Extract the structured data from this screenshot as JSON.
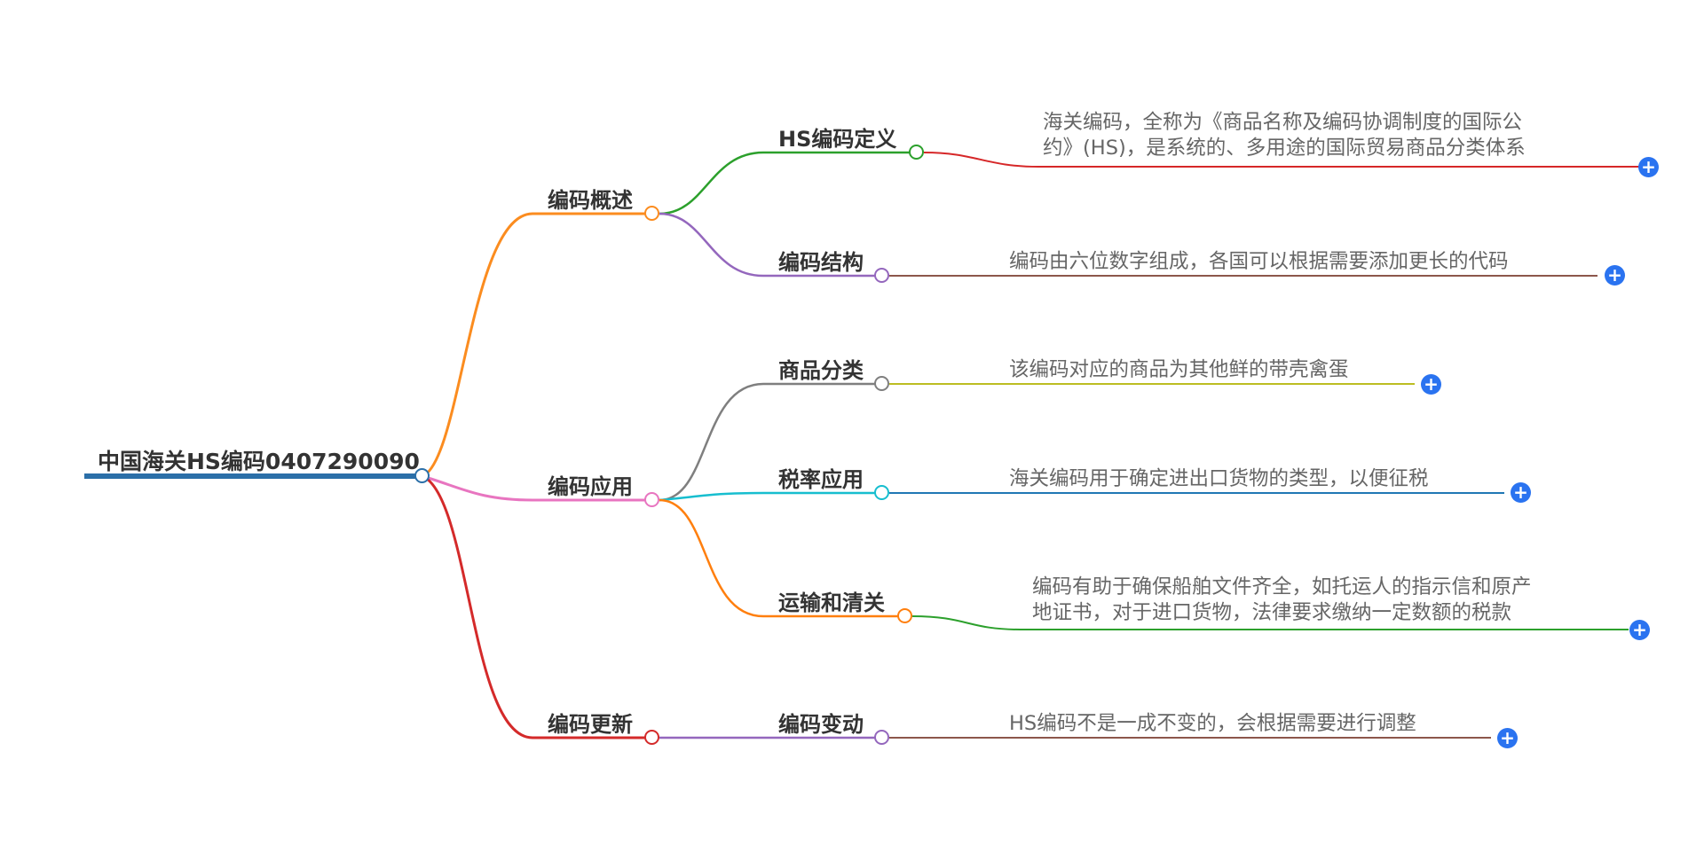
{
  "root": {
    "label": "中国海关HS编码0407290090",
    "color": "#2b6fa8"
  },
  "branches": [
    {
      "id": "overview",
      "label": "编码概述",
      "color": "#fb8c1f"
    },
    {
      "id": "application",
      "label": "编码应用",
      "color": "#e875c0"
    },
    {
      "id": "update",
      "label": "编码更新",
      "color": "#d42a2a"
    }
  ],
  "subtopics": [
    {
      "id": "hs-definition",
      "label": "HS编码定义",
      "color": "#2ca02c",
      "leaf": {
        "text": "海关编码，全称为《商品名称及编码协调制度的国际公\n约》(HS)，是系统的、多用途的国际贸易商品分类体系",
        "color": "#d62728"
      }
    },
    {
      "id": "code-structure",
      "label": "编码结构",
      "color": "#9467bd",
      "leaf": {
        "text": "编码由六位数字组成，各国可以根据需要添加更长的代码",
        "color": "#8c564b"
      }
    },
    {
      "id": "goods-classification",
      "label": "商品分类",
      "color": "#7f7f7f",
      "leaf": {
        "text": "该编码对应的商品为其他鲜的带壳禽蛋",
        "color": "#bcbd22"
      }
    },
    {
      "id": "tax-application",
      "label": "税率应用",
      "color": "#17becf",
      "leaf": {
        "text": "海关编码用于确定进出口货物的类型，以便征税",
        "color": "#1f77b4"
      }
    },
    {
      "id": "transport-clearance",
      "label": "运输和清关",
      "color": "#ff7f0e",
      "leaf": {
        "text": "编码有助于确保船舶文件齐全，如托运人的指示信和原产\n地证书，对于进口货物，法律要求缴纳一定数额的税款",
        "color": "#2ca02c"
      }
    },
    {
      "id": "code-change",
      "label": "编码变动",
      "color": "#9467bd",
      "leaf": {
        "text": "HS编码不是一成不变的，会根据需要进行调整",
        "color": "#8c564b"
      }
    }
  ],
  "expand_icon": "plus-circle-icon",
  "expand_symbol": "+"
}
